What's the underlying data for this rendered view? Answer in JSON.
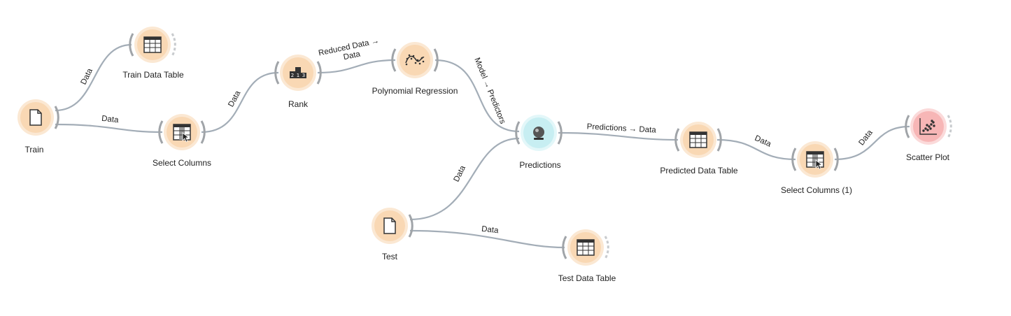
{
  "colors": {
    "data_widget_fill": "#f9d8b4",
    "data_widget_ring": "#fbe8d3",
    "prediction_fill": "#c7eef2",
    "prediction_ring": "#e3f7f9",
    "visualize_fill": "#f7b6b6",
    "visualize_ring": "#fbdada",
    "link": "#a3adb7",
    "anchor": "#a0a4a8"
  },
  "widgets": {
    "train": {
      "label": "Train",
      "icon": "file-icon"
    },
    "train_data_table": {
      "label": "Train Data Table",
      "icon": "data-table-icon"
    },
    "select_columns": {
      "label": "Select Columns",
      "icon": "select-columns-icon"
    },
    "rank": {
      "label": "Rank",
      "icon": "rank-icon"
    },
    "polynomial_regression": {
      "label": "Polynomial Regression",
      "icon": "polynomial-regression-icon"
    },
    "predictions": {
      "label": "Predictions",
      "icon": "crystal-ball-icon"
    },
    "test": {
      "label": "Test",
      "icon": "file-icon"
    },
    "test_data_table": {
      "label": "Test Data Table",
      "icon": "data-table-icon"
    },
    "predicted_data_table": {
      "label": "Predicted Data Table",
      "icon": "data-table-icon"
    },
    "select_columns_1": {
      "label": "Select Columns (1)",
      "icon": "select-columns-icon"
    },
    "scatter_plot": {
      "label": "Scatter Plot",
      "icon": "scatter-plot-icon"
    }
  },
  "links": {
    "train_to_train_table": "Data",
    "train_to_select_columns": "Data",
    "select_columns_to_rank": "Data",
    "rank_to_polyreg": "Reduced Data → Data",
    "polyreg_to_predictions": "Model → Predictors",
    "test_to_predictions": "Data",
    "test_to_test_table": "Data",
    "predictions_to_predicted_table": "Predictions → Data",
    "predicted_table_to_select_columns_1": "Data",
    "select_columns_1_to_scatter": "Data"
  }
}
